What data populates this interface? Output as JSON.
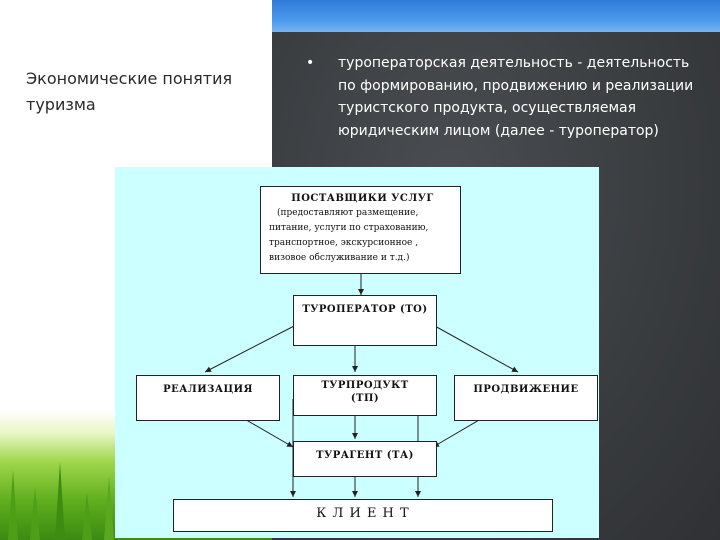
{
  "slide": {
    "title": "Экономические понятия туризма",
    "bullet": "туроператорская деятельность - деятельность по формированию, продвижению и реализации туристского продукта, осуществляемая юридическим лицом (далее - туроператор)"
  },
  "diagram": {
    "suppliers": {
      "title": "ПОСТАВЩИКИ УСЛУГ",
      "line1": "(предоставляют размещение,",
      "line2": "питание, услуги по страхованию,",
      "line3": "транспортное, экскурсионное ,",
      "line4": "визовое обслуживание и т.д.)"
    },
    "operator": "ТУРОПЕРАТОР (ТО)",
    "realization": "РЕАЛИЗАЦИЯ",
    "product_line1": "ТУРПРОДУКТ",
    "product_line2": "(ТП)",
    "promotion": "ПРОДВИЖЕНИЕ",
    "agent": "ТУРАГЕНТ (ТА)",
    "client": "К Л И Е Н Т"
  },
  "colors": {
    "diagram_background": "#ccffff",
    "dark_panel": "#3a3d40",
    "top_bar": "#4a98ec"
  }
}
